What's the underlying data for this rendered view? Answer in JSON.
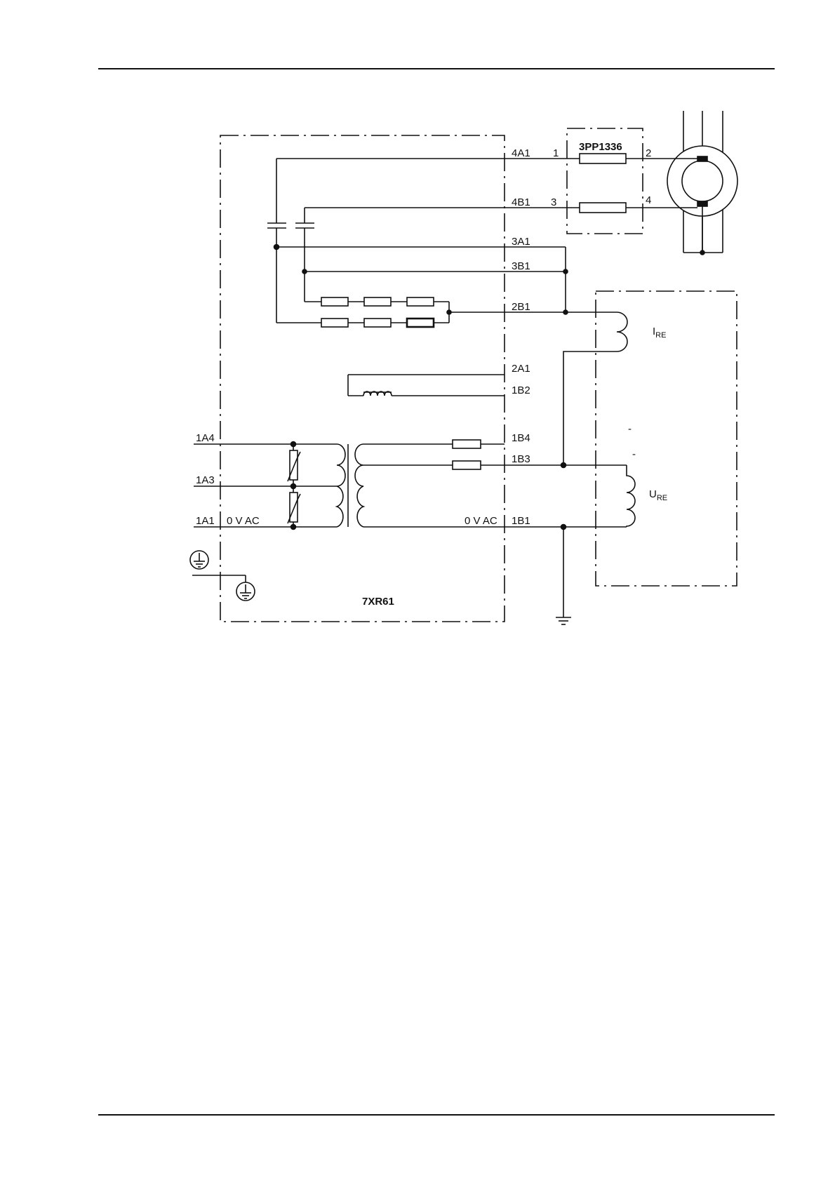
{
  "diagram": {
    "device_label": "7XR61",
    "module_label": "3PP1336",
    "terminals": {
      "t_4a1": "4A1",
      "t_4b1": "4B1",
      "t_3a1": "3A1",
      "t_3b1": "3B1",
      "t_2b1": "2B1",
      "t_2a1": "2A1",
      "t_1b2": "1B2",
      "t_1b4": "1B4",
      "t_1b3": "1B3",
      "t_1b1": "1B1",
      "t_1a4": "1A4",
      "t_1a3": "1A3",
      "t_1a1": "1A1"
    },
    "module_pins": {
      "p1": "1",
      "p2": "2",
      "p3": "3",
      "p4": "4"
    },
    "zero_v_left": "0 V AC",
    "zero_v_right": "0 V AC",
    "current_label": {
      "main": "I",
      "sub": "RE"
    },
    "voltage_label": {
      "main": "U",
      "sub": "RE"
    },
    "dash_marks": [
      "-",
      "-"
    ]
  },
  "colors": {
    "ink": "#111111",
    "paper": "#ffffff"
  },
  "icons": {
    "earth_symbol": "protective-earth-icon",
    "ground_symbol": "ground-icon",
    "motor_symbol": "motor-icon",
    "resistor_symbol": "resistor-icon",
    "varistor_symbol": "varistor-icon",
    "inductor_symbol": "inductor-icon",
    "capacitor_symbol": "capacitor-icon",
    "transformer_symbol": "transformer-icon"
  }
}
